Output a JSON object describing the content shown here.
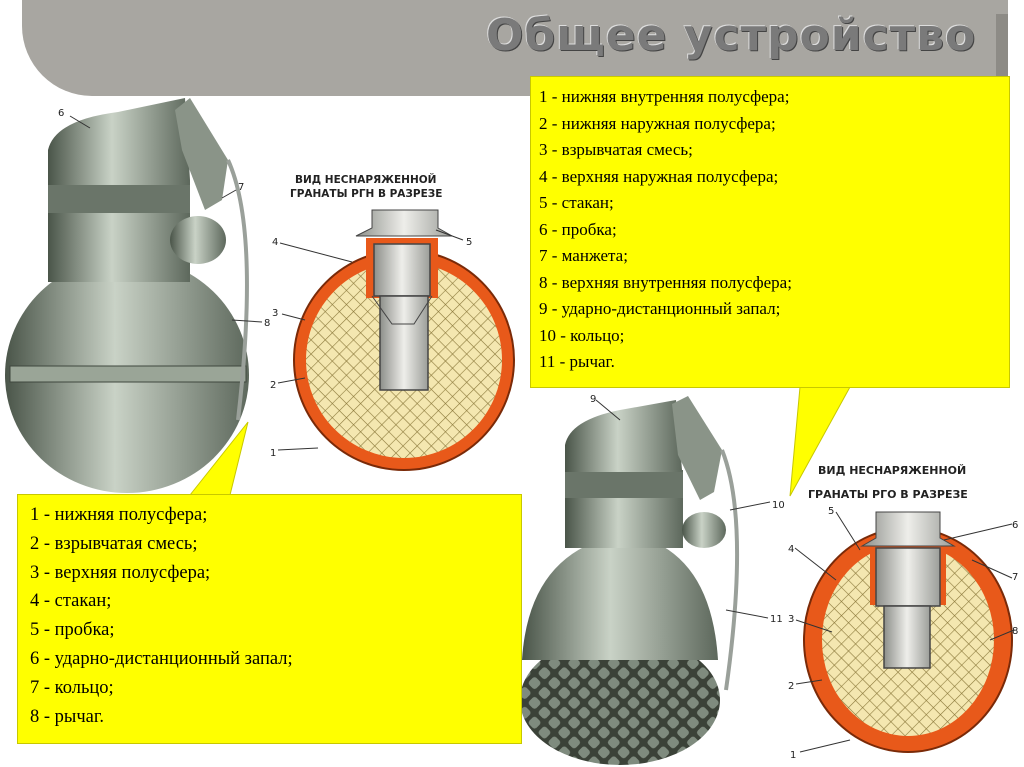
{
  "title": "Общее устройство",
  "rgn": {
    "caption_line1": "ВИД НЕСНАРЯЖЕННОЙ",
    "caption_line2": "ГРАНАТЫ РГН В РАЗРЕЗЕ",
    "legend": [
      "1 - нижняя полусфера;",
      "2 - взрывчатая смесь;",
      "3 - верхняя полусфера;",
      "4 - стакан;",
      "5 - пробка;",
      "6 - ударно-дистанционный запал;",
      "7 - кольцо;",
      "8 - рычаг."
    ],
    "callouts": [
      "1",
      "2",
      "3",
      "4",
      "5",
      "6",
      "7",
      "8"
    ]
  },
  "rgo": {
    "caption_line1": "ВИД НЕСНАРЯЖЕННОЙ",
    "caption_line2": "ГРАНАТЫ РГО В РАЗРЕЗЕ",
    "legend": [
      "1 - нижняя внутренняя полусфера;",
      "2 - нижняя наружная полусфера;",
      "3 - взрывчатая смесь;",
      "4 - верхняя наружная полусфера;",
      "5 - стакан;",
      "6 - пробка;",
      "7 - манжета;",
      "8 - верхняя внутренняя полусфера;",
      "9 - ударно-дистанционный запал;",
      "10 - кольцо;",
      "11 - рычаг."
    ],
    "callouts": [
      "1",
      "2",
      "3",
      "4",
      "5",
      "6",
      "7",
      "8",
      "9",
      "10",
      "11"
    ]
  },
  "colors": {
    "title_bar": "#a8a6a1",
    "legend_bg": "#ffff00",
    "shell": "#e8591a",
    "explosive_fill": "#f4e7b0",
    "body_metal": "#7d8a7c"
  }
}
